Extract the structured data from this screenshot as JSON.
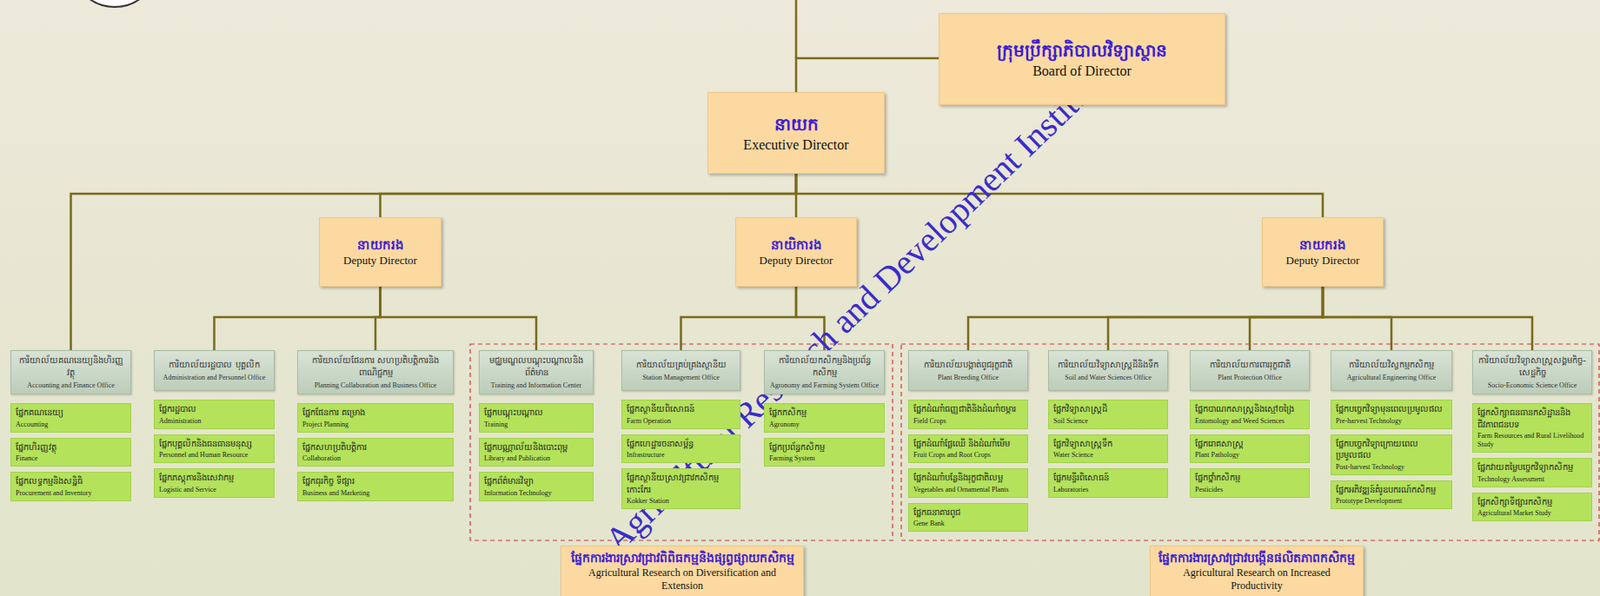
{
  "diagram": {
    "nodes": [
      {
        "text": [
          "ក្រុមប្រឹក្សាភិបាលវិទ្យាស្ថាន",
          "Board of Director"
        ]
      },
      {
        "text": [
          "នាយក",
          "Executive Director"
        ]
      },
      {
        "text": [
          "នាយករង",
          "Deputy Director"
        ]
      },
      {
        "text": [
          "នាយិការង",
          "Deputy Director"
        ]
      },
      {
        "text": [
          "នាយករង",
          "Deputy Director"
        ]
      },
      {
        "text": [
          "ការិយាល័យគណនេយ្យនិងហិរញ្ញវត្ថុ",
          "Accounting and Finance Office"
        ]
      },
      {
        "text": [
          "ផ្នែកគណនេយ្យ",
          "Accounting"
        ]
      },
      {
        "text": [
          "ផ្នែកហិរញ្ញវត្ថុ",
          "Finance"
        ]
      },
      {
        "text": [
          "ផ្នែកលទ្ធកម្មនិងសន្និធិ",
          "Procurement and Inventory"
        ]
      },
      {
        "text": [
          "ការិយាល័យរដ្ឋបាល បុគ្គលិក",
          "Administration and Personnel Office"
        ]
      },
      {
        "text": [
          "ផ្នែករដ្ឋបាល",
          "Administration"
        ]
      },
      {
        "text": [
          "ផ្នែកបុគ្គលិកនិងធនធានមនុស្ស",
          "Personnel and Human Resource"
        ]
      },
      {
        "text": [
          "ផ្នែកភស្តុភារនិងសេវាកម្ម",
          "Logistic and Service"
        ]
      },
      {
        "text": [
          "ការិយាល័យផែនការ សហប្រតិបត្តិការនិងពាណិជ្ជកម្ម",
          "Planning Collaboration and Business Office"
        ]
      },
      {
        "text": [
          "ផ្នែកផែនការ គម្រោង",
          "Project Planning"
        ]
      },
      {
        "text": [
          "ផ្នែកសហប្រតិបត្តិការ",
          "Collaboration"
        ]
      },
      {
        "text": [
          "ផ្នែកធុរកិច្ច ទីផ្សារ",
          "Business and Marketing"
        ]
      },
      {
        "text": [
          "មជ្ឈមណ្ឌលបណ្តុះបណ្តាលនិងព័ត៌មាន",
          "Training and Information Center"
        ]
      },
      {
        "text": [
          "ផ្នែកបណ្តុះបណ្តាល",
          "Training"
        ]
      },
      {
        "text": [
          "ផ្នែកបណ្ណាល័យនិងបោះពុម្ព",
          "Library and Publication"
        ]
      },
      {
        "text": [
          "ផ្នែកព័ត៌មានវិទ្យា",
          "Information Technology"
        ]
      },
      {
        "text": [
          "ការិយាល័យគ្រប់គ្រងស្ថានីយ",
          "Station Management Office"
        ]
      },
      {
        "text": [
          "ផ្នែកស្ថានីយពិសោធន៍",
          "Farm Operation"
        ]
      },
      {
        "text": [
          "ផ្នែកហេដ្ឋារចនាសម្ព័ន្ធ",
          "Infrastructure"
        ]
      },
      {
        "text": [
          "ផ្នែកស្ថានីយស្រាវជ្រាវកសិកម្មកោះកែរ",
          "Kokker Station"
        ]
      },
      {
        "text": [
          "ការិយាល័យកសិកម្មនិងប្រព័ន្ធកសិកម្ម",
          "Agronomy and Farming System Office"
        ]
      },
      {
        "text": [
          "ផ្នែកកសិកម្ម",
          "Agronomy"
        ]
      },
      {
        "text": [
          "ផ្នែកប្រព័ន្ធកសិកម្ម",
          "Farming System"
        ]
      },
      {
        "text": [
          "ការិយាល័យបង្កាត់ពូជរុក្ខជាតិ",
          "Plant Breeding Office"
        ]
      },
      {
        "text": [
          "ផ្នែកដំណាំធញ្ញជាតិនិងដំណាំចម្ការ",
          "Field Crops"
        ]
      },
      {
        "text": [
          "ផ្នែកដំណាំផ្លែឈើ និងដំណាំមើម",
          "Fruit Crops and Root Crops"
        ]
      },
      {
        "text": [
          "ផ្នែកដំណាំបន្លែនិងរុក្ខជាតិលម្អ",
          "Vegetables and Ornamental Plants"
        ]
      },
      {
        "text": [
          "ផ្នែកធនាគារពូជ",
          "Gene Bank"
        ]
      },
      {
        "text": [
          "ការិយាល័យវិទ្យាសាស្ត្រដីនិងទឹក",
          "Soil and Water Sciences Office"
        ]
      },
      {
        "text": [
          "ផ្នែកវិទ្យាសាស្ត្រដី",
          "Soil Science"
        ]
      },
      {
        "text": [
          "ផ្នែកវិទ្យាសាស្ត្រទឹក",
          "Water Science"
        ]
      },
      {
        "text": [
          "ផ្នែកមន្ទីរពិសោធន៍",
          "Laboratories"
        ]
      },
      {
        "text": [
          "ការិយាល័យការពាររុក្ខជាតិ",
          "Plant Protection Office"
        ]
      },
      {
        "text": [
          "ផ្នែកបាណកសាស្ត្រនិងស្មៅចង្រៃ",
          "Entomology and Weed Sciences"
        ]
      },
      {
        "text": [
          "ផ្នែករោគសាស្ត្រ",
          "Plant Pathology"
        ]
      },
      {
        "text": [
          "ផ្នែកថ្នាំកសិកម្ម",
          "Pesticides"
        ]
      },
      {
        "text": [
          "ការិយាល័យវិស្វកម្មកសិកម្ម",
          "Agricultural Engineering Office"
        ]
      },
      {
        "text": [
          "ផ្នែកបច្ចេកវិទ្យាមុនពេលប្រមូលផល",
          "Pre-harvest Technology"
        ]
      },
      {
        "text": [
          "ផ្នែកបច្ចេកវិទ្យាក្រោយពេលប្រមូលផល",
          "Post-harvest Technology"
        ]
      },
      {
        "text": [
          "ផ្នែកអភិវឌ្ឍន៍គំរូឧបករណ៍កសិកម្ម",
          "Prototype Development"
        ]
      },
      {
        "text": [
          "ការិយាល័យវិទ្យាសាស្ត្រសង្គមកិច្ច-សេដ្ឋកិច្ច",
          "Socio-Economic Science Office"
        ]
      },
      {
        "text": [
          "ផ្នែកសិក្សាធនធានកសិដ្ឋាននិងជីវភាពជនបទ",
          "Farm Resources and Rural Livelihood Study"
        ]
      },
      {
        "text": [
          "ផ្នែកវាយតម្លៃបច្ចេកវិទ្យាកសិកម្ម",
          "Technology Assessment"
        ]
      },
      {
        "text": [
          "ផ្នែកសិក្សាទីផ្សារកសិកម្ម",
          "Agricultural Market Study"
        ]
      },
      {
        "text": [
          "ផ្នែកការងារស្រាវជ្រាវពិពិធកម្មនិងផ្សព្វផ្សាយកសិកម្ម",
          "Agricultural Research on Diversification and Extension"
        ]
      },
      {
        "text": [
          "ផ្នែកការងារស្រាវជ្រាវបង្កើនផលិតភាពកសិកម្ម",
          "Agricultural Research on Increased Productivity"
        ]
      }
    ],
    "edges": [
      {
        "from": 0,
        "to": 1,
        "arrow": "none"
      },
      {
        "from": 1,
        "to": 5,
        "arrow": "none"
      },
      {
        "from": 1,
        "to": 2,
        "arrow": "none"
      },
      {
        "from": 1,
        "to": 3,
        "arrow": "none"
      },
      {
        "from": 1,
        "to": 4,
        "arrow": "none"
      },
      {
        "from": 2,
        "to": 9,
        "arrow": "none"
      },
      {
        "from": 2,
        "to": 13,
        "arrow": "none"
      },
      {
        "from": 2,
        "to": 17,
        "arrow": "none"
      },
      {
        "from": 3,
        "to": 21,
        "arrow": "none"
      },
      {
        "from": 3,
        "to": 25,
        "arrow": "none"
      },
      {
        "from": 4,
        "to": 28,
        "arrow": "none"
      },
      {
        "from": 4,
        "to": 33,
        "arrow": "none"
      },
      {
        "from": 4,
        "to": 37,
        "arrow": "none"
      },
      {
        "from": 4,
        "to": 41,
        "arrow": "none"
      },
      {
        "from": 4,
        "to": 45,
        "arrow": "none"
      }
    ],
    "labels": [
      "Agricultural Research and Development Institute(C"
    ]
  }
}
